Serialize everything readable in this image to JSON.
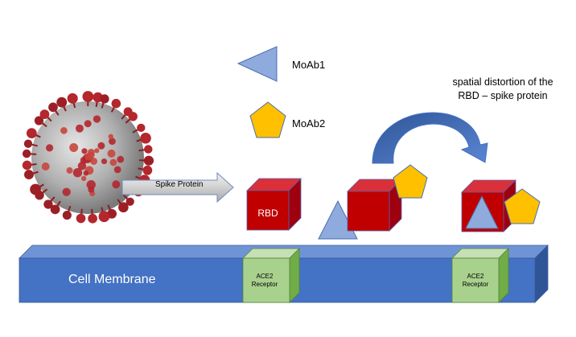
{
  "labels": {
    "moab1": "MoAb1",
    "moab2": "MoAb2",
    "spatial_line1": "spatial distortion of the",
    "spatial_line2": "RBD – spike protein",
    "spike_protein": "Spike Protein",
    "rbd": "RBD",
    "cell_membrane": "Cell Membrane",
    "ace2_receptor_1": [
      "ACE2",
      "Receptor"
    ],
    "ace2_receptor_2": [
      "ACE2",
      "Receptor"
    ]
  },
  "colors": {
    "membrane": "#4472c4",
    "membrane_top": "#5b86d4",
    "membrane_dark": "#2f5597",
    "rbd_red": "#c00000",
    "rbd_top": "#d9303a",
    "rbd_side": "#9e0010",
    "ace2_green": "#a9d18e",
    "ace2_top": "#c5e0b4",
    "ace2_side": "#70ad47",
    "moab1_blue": "#8faadc",
    "moab2_yellow": "#ffc000",
    "arrow_blue": "#2e5597",
    "virus_red": "#b3272d",
    "virus_gray": "#a6a6a6"
  },
  "icons": {
    "virus": "coronavirus-icon",
    "moab1": "triangle-antibody-icon",
    "moab2": "pentagon-antibody-icon"
  }
}
